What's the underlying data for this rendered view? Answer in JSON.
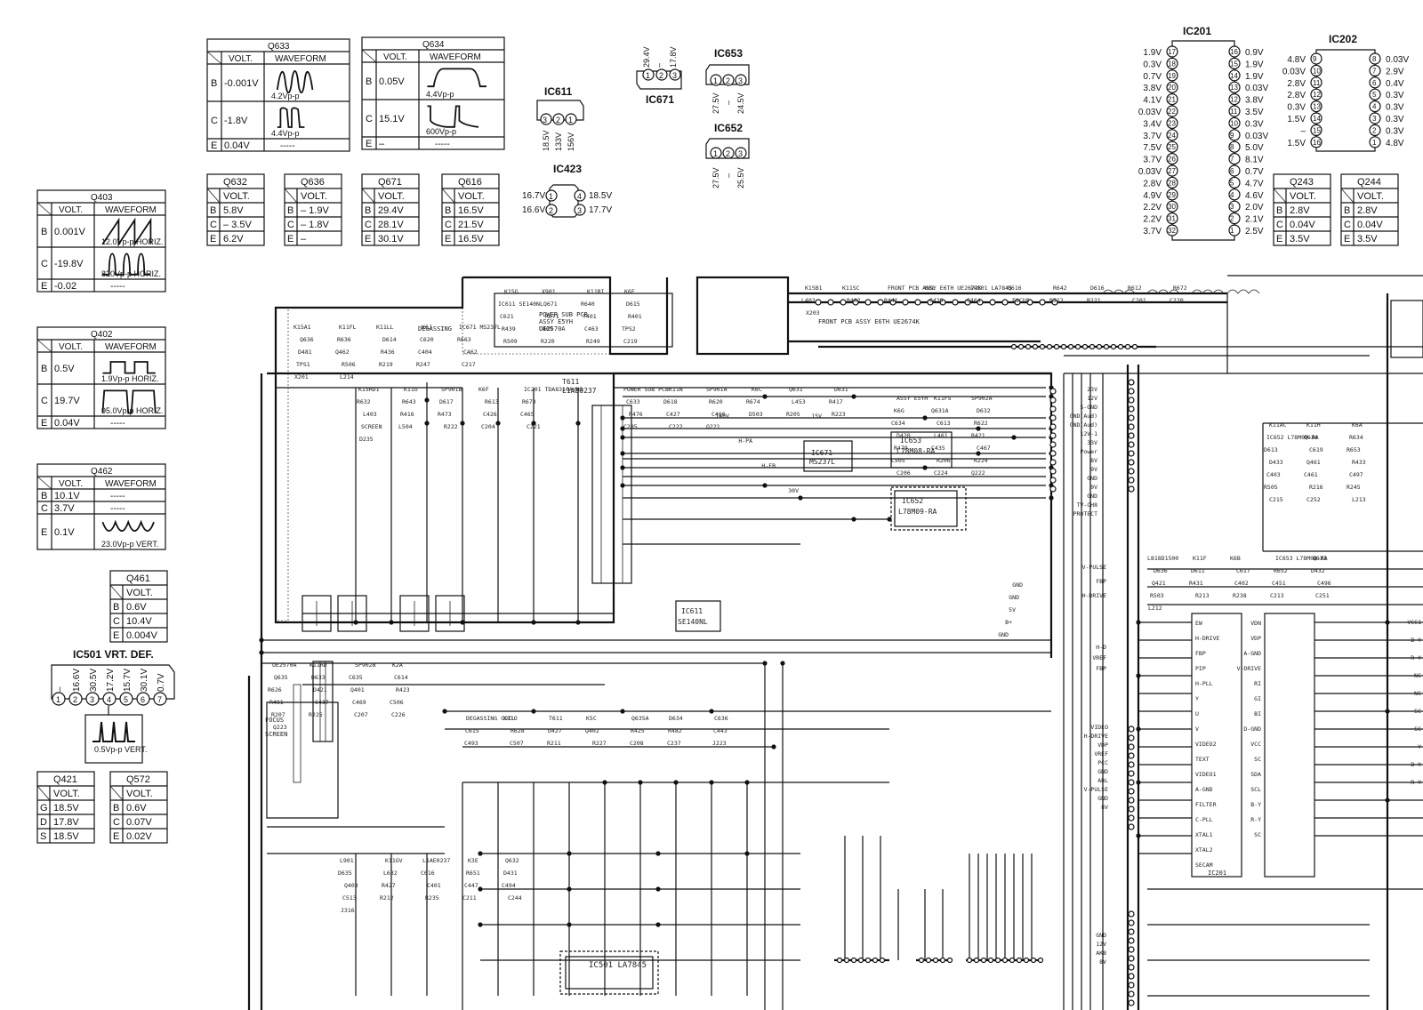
{
  "voltage_tables": [
    {
      "id": "Q633",
      "rows": [
        {
          "pin": "B",
          "volt": "-0.001V",
          "wave": "4.2Vp-p"
        },
        {
          "pin": "C",
          "volt": "-1.8V",
          "wave": "4.4Vp-p"
        },
        {
          "pin": "E",
          "volt": "0.04V",
          "wave": "-----"
        }
      ]
    },
    {
      "id": "Q634",
      "rows": [
        {
          "pin": "B",
          "volt": "0.05V",
          "wave": "4.4Vp-p"
        },
        {
          "pin": "C",
          "volt": "15.1V",
          "wave": "600Vp-p"
        },
        {
          "pin": "E",
          "volt": "–",
          "wave": "-----"
        }
      ]
    },
    {
      "id": "Q403",
      "rows": [
        {
          "pin": "B",
          "volt": "0.001V",
          "wave": "12.0Vp-p HORIZ."
        },
        {
          "pin": "C",
          "volt": "-19.8V",
          "wave": "820Vp-p HORIZ."
        },
        {
          "pin": "E",
          "volt": "-0.02",
          "wave": "-----"
        }
      ]
    },
    {
      "id": "Q402",
      "rows": [
        {
          "pin": "B",
          "volt": "0.5V",
          "wave": "1.9Vp-p HORIZ."
        },
        {
          "pin": "C",
          "volt": "19.7V",
          "wave": "95.0Vp-p HORIZ."
        },
        {
          "pin": "E",
          "volt": "0.04V",
          "wave": "-----"
        }
      ]
    },
    {
      "id": "Q462",
      "rows": [
        {
          "pin": "B",
          "volt": "10.1V",
          "wave": "-----"
        },
        {
          "pin": "C",
          "volt": "3.7V",
          "wave": "-----"
        },
        {
          "pin": "E",
          "volt": "0.1V",
          "wave": "23.0Vp-p VERT."
        }
      ]
    }
  ],
  "labels": {
    "volt": "VOLT.",
    "waveform": "WAVEFORM"
  },
  "small_tables": [
    {
      "id": "Q632",
      "rows": [
        [
          "B",
          "5.8V"
        ],
        [
          "C",
          "– 3.5V"
        ],
        [
          "E",
          "6.2V"
        ]
      ]
    },
    {
      "id": "Q636",
      "rows": [
        [
          "B",
          "– 1.9V"
        ],
        [
          "C",
          "– 1.8V"
        ],
        [
          "E",
          "–"
        ]
      ]
    },
    {
      "id": "Q671",
      "rows": [
        [
          "B",
          "29.4V"
        ],
        [
          "C",
          "28.1V"
        ],
        [
          "E",
          "30.1V"
        ]
      ]
    },
    {
      "id": "Q616",
      "rows": [
        [
          "B",
          "16.5V"
        ],
        [
          "C",
          "21.5V"
        ],
        [
          "E",
          "16.5V"
        ]
      ]
    },
    {
      "id": "Q461",
      "rows": [
        [
          "B",
          "0.6V"
        ],
        [
          "C",
          "10.4V"
        ],
        [
          "E",
          "0.004V"
        ]
      ]
    },
    {
      "id": "Q421",
      "rows": [
        [
          "G",
          "18.5V"
        ],
        [
          "D",
          "17.8V"
        ],
        [
          "S",
          "18.5V"
        ]
      ]
    },
    {
      "id": "Q572",
      "rows": [
        [
          "B",
          "0.6V"
        ],
        [
          "C",
          "0.07V"
        ],
        [
          "E",
          "0.02V"
        ]
      ]
    },
    {
      "id": "Q243",
      "rows": [
        [
          "B",
          "2.8V"
        ],
        [
          "C",
          "0.04V"
        ],
        [
          "E",
          "3.5V"
        ]
      ]
    },
    {
      "id": "Q244",
      "rows": [
        [
          "B",
          "2.8V"
        ],
        [
          "C",
          "0.04V"
        ],
        [
          "E",
          "3.5V"
        ]
      ]
    }
  ],
  "ics": {
    "ic611": {
      "name": "IC611",
      "volts": [
        "18.5V",
        "133V",
        "156V"
      ]
    },
    "ic671": {
      "name": "IC671",
      "volts": [
        "29.4V",
        "17.8V"
      ]
    },
    "ic653": {
      "name": "IC653",
      "volts": [
        "27.5V",
        "24.5V"
      ]
    },
    "ic652": {
      "name": "IC652",
      "volts": [
        "27.5V",
        "25.5V"
      ]
    },
    "ic423": {
      "name": "IC423",
      "left": [
        "16.7V",
        "16.6V"
      ],
      "right": [
        "18.5V",
        "17.7V"
      ]
    },
    "ic501": {
      "name": "IC501 VRT. DEF.",
      "volts": [
        "–",
        "16.6V",
        "30.5V",
        "17.2V",
        "15.7V",
        "30.1V",
        "0.7V"
      ],
      "wave": "0.5Vp-p VERT."
    },
    "ic201": {
      "name": "IC201",
      "left": [
        [
          "1.9V",
          "17"
        ],
        [
          "0.3V",
          "18"
        ],
        [
          "0.7V",
          "19"
        ],
        [
          "3.8V",
          "20"
        ],
        [
          "4.1V",
          "21"
        ],
        [
          "0.03V",
          "22"
        ],
        [
          "3.4V",
          "23"
        ],
        [
          "3.7V",
          "24"
        ],
        [
          "7.5V",
          "25"
        ],
        [
          "3.7V",
          "26"
        ],
        [
          "0.03V",
          "27"
        ],
        [
          "2.8V",
          "28"
        ],
        [
          "4.9V",
          "29"
        ],
        [
          "2.2V",
          "30"
        ],
        [
          "2.2V",
          "31"
        ],
        [
          "3.7V",
          "32"
        ]
      ],
      "right": [
        [
          "16",
          "0.9V"
        ],
        [
          "15",
          "1.9V"
        ],
        [
          "14",
          "1.9V"
        ],
        [
          "13",
          "0.03V"
        ],
        [
          "12",
          "3.8V"
        ],
        [
          "11",
          "3.5V"
        ],
        [
          "10",
          "0.3V"
        ],
        [
          "9",
          "0.03V"
        ],
        [
          "8",
          "5.0V"
        ],
        [
          "7",
          "8.1V"
        ],
        [
          "6",
          "0.7V"
        ],
        [
          "5",
          "4.7V"
        ],
        [
          "4",
          "4.6V"
        ],
        [
          "3",
          "2.0V"
        ],
        [
          "2",
          "2.1V"
        ],
        [
          "1",
          "2.5V"
        ]
      ]
    },
    "ic202": {
      "name": "IC202",
      "left": [
        [
          "4.8V",
          "9"
        ],
        [
          "0.03V",
          "10"
        ],
        [
          "2.8V",
          "11"
        ],
        [
          "2.8V",
          "12"
        ],
        [
          "0.3V",
          "13"
        ],
        [
          "1.5V",
          "14"
        ],
        [
          "–",
          "15"
        ],
        [
          "1.5V",
          "16"
        ]
      ],
      "right": [
        [
          "8",
          "0.03V"
        ],
        [
          "7",
          "2.9V"
        ],
        [
          "6",
          "0.4V"
        ],
        [
          "5",
          "0.3V"
        ],
        [
          "4",
          "0.3V"
        ],
        [
          "3",
          "0.3V"
        ],
        [
          "2",
          "0.3V"
        ],
        [
          "1",
          "4.8V"
        ]
      ]
    }
  },
  "schematic": {
    "parts": [
      "K15A1",
      "K15G",
      "K15B1",
      "K15RD1",
      "POWER SUB PCB",
      "ASSY E5YH",
      "UE2570A",
      "DEGASSING COIL",
      "L901",
      "L818D1500",
      "K11AC",
      "K11FL",
      "X901",
      "K11SC",
      "K11U",
      "K11N",
      "K11FS",
      "K11RD",
      "K11O",
      "K11GV",
      "K11F",
      "K11H",
      "K11LL",
      "K11RI",
      "FRONT PCB ASSY E6TH UE2674K",
      "SP901B",
      "SP901A",
      "SP902A",
      "SP902B",
      "T611",
      "L1AE0237",
      "K6B",
      "K6A",
      "K6J",
      "K6E",
      "K6L",
      "K6F",
      "K6C",
      "K6G",
      "K2A",
      "K5C",
      "K3E",
      "IC653 L78M08-RA",
      "IC652 L78M09-RA",
      "IC671 MS237L",
      "IC611 SE140NL",
      "IC501 LA7845",
      "IC201 TDA8310A/N3",
      "Q631",
      "Q631A",
      "Q635",
      "Q635A",
      "Q632",
      "Q633",
      "Q634",
      "Q636",
      "Q671",
      "Q616",
      "R632",
      "D631",
      "D632",
      "D633",
      "D634",
      "D635",
      "D636",
      "R634",
      "R636",
      "R640",
      "R642",
      "R643",
      "C633",
      "C634",
      "C635",
      "C636",
      "L632",
      "D611",
      "D613",
      "D614",
      "D615",
      "D616",
      "D617",
      "D618",
      "C613",
      "C614",
      "C615",
      "C616",
      "C617",
      "C619",
      "C620",
      "C621",
      "R612",
      "R613",
      "R620",
      "R622",
      "R626",
      "R628",
      "R651",
      "R652",
      "R653",
      "R663",
      "R671",
      "R672",
      "R673",
      "R674",
      "D420",
      "D421",
      "D427",
      "D431",
      "D432",
      "D433",
      "D481",
      "T401",
      "L402",
      "L403",
      "L453",
      "L461",
      "Q401",
      "Q402",
      "Q403",
      "Q421",
      "Q461",
      "Q462",
      "R401",
      "R402",
      "R416",
      "R417",
      "R421",
      "R423",
      "R425",
      "R427",
      "R431",
      "R433",
      "R436",
      "R439",
      "R441",
      "R473",
      "R476",
      "R479",
      "R481",
      "R482",
      "C401",
      "C402",
      "C403",
      "C404",
      "C405",
      "C425",
      "C426",
      "C427",
      "C435",
      "C437",
      "C443",
      "C447",
      "C451",
      "C461",
      "C462",
      "C463",
      "C464",
      "C465",
      "C466",
      "C467",
      "C469",
      "C493",
      "C494",
      "C496",
      "C497",
      "TPS1",
      "TPS2",
      "FOCUS",
      "SCREEN",
      "D503",
      "C505",
      "C506",
      "C507",
      "C513",
      "R503",
      "R505",
      "R506",
      "R509",
      "R512",
      "L504",
      "R205",
      "R206",
      "R207",
      "R211",
      "R212",
      "R213",
      "R216",
      "R219",
      "R220",
      "R221",
      "R222",
      "R223",
      "R224",
      "R225",
      "R227",
      "R235",
      "R238",
      "R245",
      "R247",
      "R249",
      "C201",
      "C204",
      "C205",
      "C206",
      "C207",
      "C208",
      "C211",
      "C213",
      "C215",
      "C217",
      "C219",
      "C220",
      "C221",
      "C222",
      "C224",
      "C226",
      "C237",
      "C244",
      "C251",
      "C252",
      "X201",
      "X202",
      "X203",
      "D235",
      "Q221",
      "Q222",
      "Q223",
      "J223",
      "J316",
      "L212",
      "L213",
      "L214"
    ],
    "nets": [
      "23V",
      "12V",
      "S-GND",
      "GND(Aud)",
      "GND(Aud)",
      "12V-1",
      "33V",
      "Power",
      "8V",
      "9V",
      "GND",
      "9V",
      "GND",
      "TV-CH8",
      "PROTECT",
      "V-PULSE",
      "FBP",
      "H-DRIVE",
      "H-D",
      "VREF",
      "FBP",
      "VIDEO",
      "H-DRIVE",
      "VDP",
      "VREF",
      "PCC",
      "GND",
      "ABL",
      "V-PULSE",
      "GND",
      "8V",
      "GND",
      "12V",
      "AK8",
      "8V",
      "GND",
      "GND",
      "5V",
      "B+",
      "GND",
      "140V",
      "H-PA",
      "H-FB",
      "30V",
      "15V",
      "12V",
      "9V",
      "8V",
      "5V",
      "18V"
    ],
    "ic201_pins": [
      "EW",
      "H-DRIVE",
      "FBP",
      "PIP",
      "H-PLL",
      "Y",
      "U",
      "V",
      "VIDEO2",
      "TEXT",
      "VIDEO1",
      "A-GND",
      "FILTER",
      "C-PLL",
      "XTAL1",
      "XTAL2",
      "SECAM",
      "VDN",
      "VDP",
      "A-GND",
      "V-DRIVE",
      "RI",
      "GI",
      "BI",
      "D-GND",
      "VCC",
      "SC",
      "SDA",
      "SCL",
      "B-Y",
      "R-Y",
      "SC"
    ],
    "ic202_pins": [
      "VCC1",
      "B-Y",
      "R-Y",
      "NC",
      "NC",
      "SC",
      "SC",
      "Y",
      "B-Y",
      "R-Y"
    ]
  }
}
